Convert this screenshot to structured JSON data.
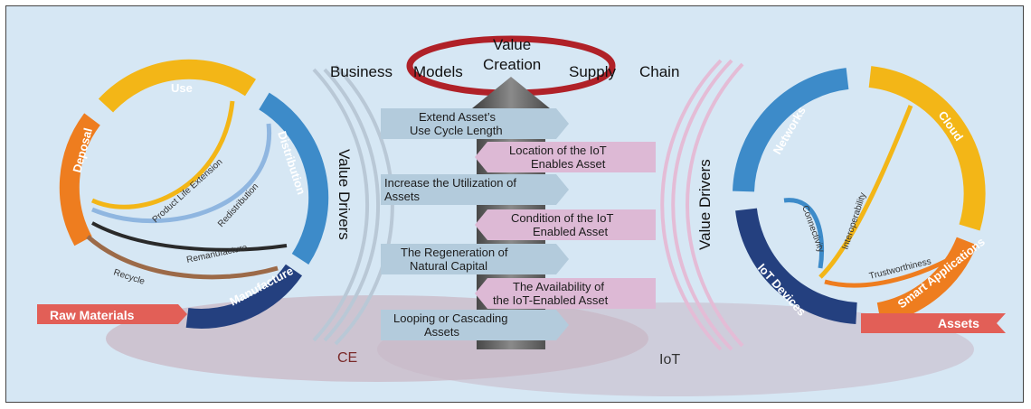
{
  "top": {
    "business": "Business",
    "models": "Models",
    "value": "Value",
    "creation": "Creation",
    "supply": "Supply",
    "chain": "Chain"
  },
  "left": {
    "use": "Use",
    "distribution": "Distribution",
    "manufacture": "Manufacture",
    "deposal": "Deposal",
    "product_life_extension": "Product Life Extension",
    "redistribution": "Redistribution",
    "remanufacture": "Remanufacture",
    "recycle": "Recycle",
    "raw_materials": "Raw Materials",
    "value_drivers": "Value Drivers"
  },
  "right": {
    "networks": "Networks",
    "cloud": "Cloud",
    "smart_applications": "Smart Applications",
    "iot_devices": "IoT Devices",
    "connectivity": "Connectivity",
    "interoperability": "Interoperability",
    "trustworthiness": "Trustworthiness",
    "assets": "Assets",
    "value_drivers": "Value Drivers"
  },
  "drivers": {
    "d1": {
      "l1": "Extend Asset’s",
      "l2": "Use Cycle Length"
    },
    "d2": {
      "l1": "Location of the IoT",
      "l2": "Enables Asset"
    },
    "d3": {
      "l1": "Increase the Utilization of",
      "l2": "Assets"
    },
    "d4": {
      "l1": "Condition of the IoT",
      "l2": "Enabled Asset"
    },
    "d5": {
      "l1": "The Regeneration of",
      "l2": "Natural Capital"
    },
    "d6": {
      "l1": "The Availability of",
      "l2": "the IoT-Enabled Asset"
    },
    "d7": {
      "l1": "Looping or Cascading",
      "l2": "Assets"
    }
  },
  "bottom": {
    "ce": "CE",
    "iot": "IoT"
  },
  "colors": {
    "background": "#d6e7f4",
    "yellow": "#f3b617",
    "blue": "#3d8bc9",
    "navy": "#24407f",
    "orange": "#ee7d1f",
    "red_ring": "#b02128",
    "arrow_red": "#e25f57",
    "box_blue": "#b3cbdc",
    "box_pink": "#ddb9d5"
  }
}
